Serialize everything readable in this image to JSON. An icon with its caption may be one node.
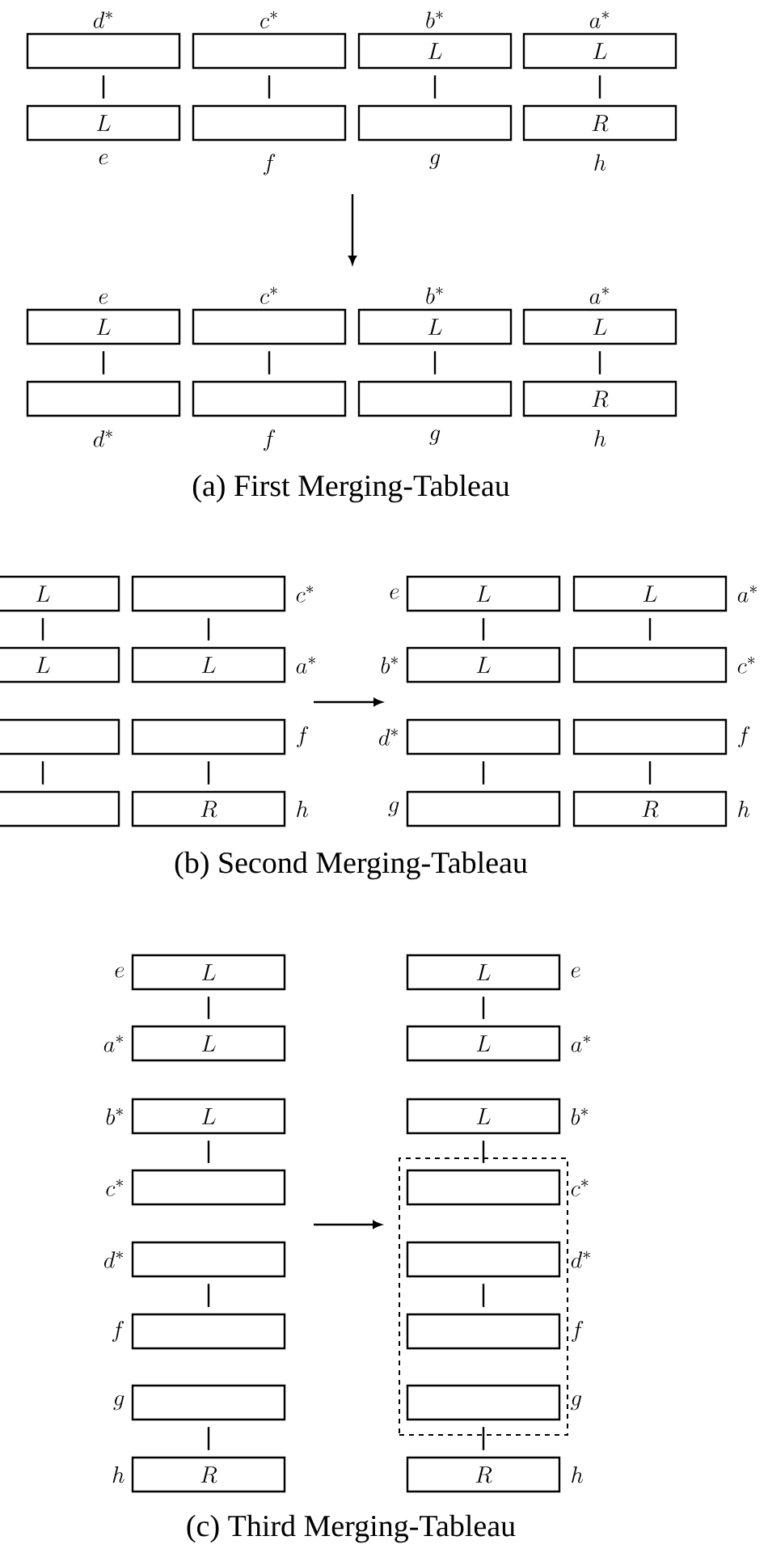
{
  "diagram": {
    "nodes": [
      {
        "text": [],
        "shape": "box",
        "beside": [
          "d^*"
        ]
      },
      {
        "text": [],
        "shape": "box",
        "beside": [
          "c^*"
        ]
      },
      {
        "text": [
          "L"
        ],
        "beside": [
          "b^*"
        ]
      },
      {
        "text": [
          "L"
        ],
        "beside": [
          "a^*"
        ]
      },
      {
        "text": [
          "L"
        ],
        "beside": [
          "e"
        ]
      },
      {
        "text": [],
        "shape": "box",
        "beside": [
          "f"
        ]
      },
      {
        "text": [],
        "shape": "box",
        "beside": [
          "g"
        ]
      },
      {
        "text": [
          "R"
        ],
        "beside": [
          "h"
        ]
      },
      {
        "text": [
          "L"
        ],
        "beside": [
          "e"
        ]
      },
      {
        "text": [],
        "shape": "box",
        "beside": [
          "c^*"
        ]
      },
      {
        "text": [
          "L"
        ],
        "beside": [
          "b^*"
        ]
      },
      {
        "text": [
          "L"
        ],
        "beside": [
          "a^*"
        ]
      },
      {
        "text": [],
        "shape": "box",
        "beside": [
          "d^*"
        ]
      },
      {
        "text": [],
        "shape": "box",
        "beside": [
          "f"
        ]
      },
      {
        "text": [],
        "shape": "box",
        "beside": [
          "g"
        ]
      },
      {
        "text": [
          "R"
        ],
        "beside": [
          "h"
        ]
      },
      {
        "text": [
          "L"
        ]
      },
      {
        "text": [],
        "shape": "box",
        "beside": [
          "c^*"
        ]
      },
      {
        "text": [
          "L"
        ]
      },
      {
        "text": [
          "L"
        ],
        "beside": [
          "a^*"
        ]
      },
      {
        "text": [],
        "shape": "box"
      },
      {
        "text": [],
        "shape": "box",
        "beside": [
          "f"
        ]
      },
      {
        "text": [],
        "shape": "box"
      },
      {
        "text": [
          "R"
        ],
        "beside": [
          "h"
        ]
      },
      {
        "text": [
          "L"
        ],
        "beside": [
          "e"
        ]
      },
      {
        "text": [
          "L"
        ],
        "beside": [
          "a^*"
        ]
      },
      {
        "text": [
          "L"
        ],
        "beside": [
          "b^*"
        ]
      },
      {
        "text": [],
        "shape": "box",
        "beside": [
          "c^*"
        ]
      },
      {
        "text": [],
        "shape": "box",
        "beside": [
          "d^*"
        ]
      },
      {
        "text": [],
        "shape": "box",
        "beside": [
          "f"
        ]
      },
      {
        "text": [],
        "shape": "box",
        "beside": [
          "g"
        ]
      },
      {
        "text": [
          "R"
        ],
        "beside": [
          "h"
        ]
      },
      {
        "text": [
          "L"
        ],
        "beside": [
          "e"
        ]
      },
      {
        "text": [
          "L"
        ],
        "beside": [
          "a^*"
        ]
      },
      {
        "text": [
          "L"
        ],
        "beside": [
          "b^*"
        ]
      },
      {
        "text": [],
        "shape": "box",
        "beside": [
          "c^*"
        ]
      },
      {
        "text": [],
        "shape": "box",
        "beside": [
          "d^*"
        ]
      },
      {
        "text": [],
        "shape": "box",
        "beside": [
          "f"
        ]
      },
      {
        "text": [],
        "shape": "box",
        "beside": [
          "g"
        ]
      },
      {
        "text": [
          "R"
        ],
        "beside": [
          "h"
        ]
      },
      {
        "text": [
          "L"
        ],
        "beside": [
          "e"
        ]
      },
      {
        "text": [
          "L"
        ],
        "beside": [
          "a^*"
        ]
      },
      {
        "text": [
          "L"
        ],
        "beside": [
          "b^*"
        ]
      },
      {
        "text": [],
        "shape": "box"
      },
      {
        "text": [],
        "shape": "box",
        "beside": [
          "c^*"
        ],
        "in": 43
      },
      {
        "text": [],
        "shape": "box",
        "beside": [
          "d^*"
        ],
        "in": 43
      },
      {
        "text": [],
        "shape": "box",
        "beside": [
          "f"
        ],
        "in": 43
      },
      {
        "text": [],
        "shape": "box",
        "beside": [
          "g"
        ],
        "in": 43
      },
      {
        "text": [
          "R"
        ],
        "beside": [
          "h"
        ]
      }
    ],
    "edges": [
      {
        "from": 0,
        "to": 4,
        "arrow": "none"
      },
      {
        "from": 1,
        "to": 5,
        "arrow": "none"
      },
      {
        "from": 2,
        "to": 6,
        "arrow": "none"
      },
      {
        "from": 3,
        "to": 7,
        "arrow": "none"
      },
      {
        "from": 8,
        "to": 12,
        "arrow": "none"
      },
      {
        "from": 9,
        "to": 13,
        "arrow": "none"
      },
      {
        "from": 10,
        "to": 14,
        "arrow": "none"
      },
      {
        "from": 11,
        "to": 15,
        "arrow": "none"
      },
      {
        "from": 16,
        "to": 18,
        "arrow": "none"
      },
      {
        "from": 17,
        "to": 19,
        "arrow": "none"
      },
      {
        "from": 20,
        "to": 22,
        "arrow": "none"
      },
      {
        "from": 21,
        "to": 23,
        "arrow": "none"
      },
      {
        "from": 24,
        "to": 26,
        "arrow": "none"
      },
      {
        "from": 25,
        "to": 27,
        "arrow": "none"
      },
      {
        "from": 28,
        "to": 30,
        "arrow": "none"
      },
      {
        "from": 29,
        "to": 31,
        "arrow": "none"
      },
      {
        "from": 32,
        "to": 33,
        "arrow": "none"
      },
      {
        "from": 34,
        "to": 35,
        "arrow": "none"
      },
      {
        "from": 36,
        "to": 37,
        "arrow": "none"
      },
      {
        "from": 38,
        "to": 39,
        "arrow": "none"
      },
      {
        "from": 40,
        "to": 41,
        "arrow": "none"
      },
      {
        "from": 42,
        "to": 44,
        "arrow": "none"
      },
      {
        "from": 45,
        "to": 46,
        "arrow": "none"
      },
      {
        "from": 47,
        "to": 48,
        "arrow": "none"
      },
      {
        "from": null,
        "to": 43,
        "arrow": "to"
      }
    ],
    "labels": [
      "(a) First Merging-Tableau",
      "(b) Second Merging-Tableau",
      "(c) Third Merging-Tableau"
    ]
  }
}
